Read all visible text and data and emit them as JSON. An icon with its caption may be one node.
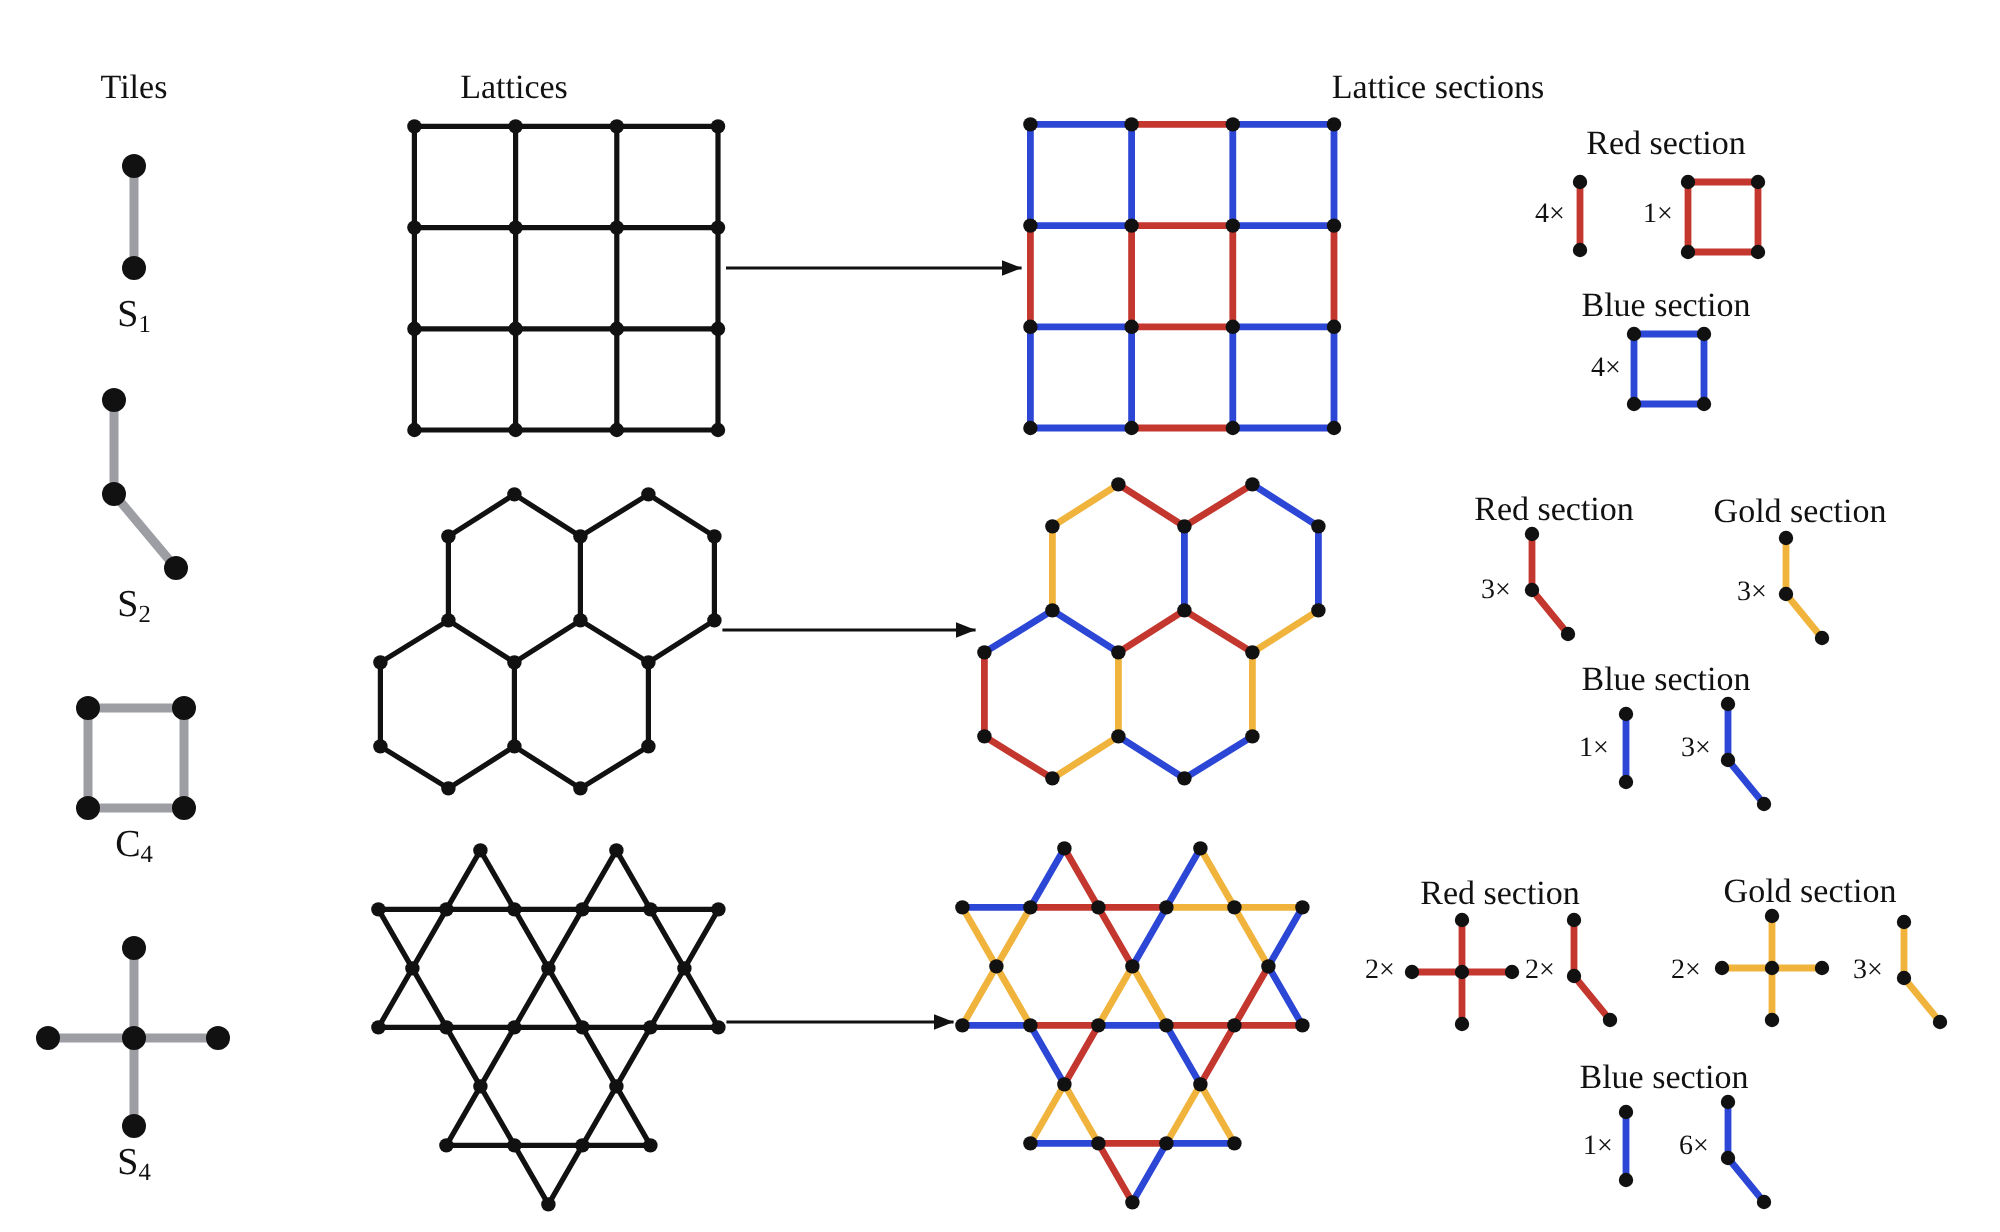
{
  "diagram": {
    "nodes": [
      {
        "text": [],
        "shape": "picture"
      },
      {
        "text": [],
        "shape": "picture"
      },
      {
        "text": [],
        "shape": "picture"
      },
      {
        "text": [],
        "shape": "picture"
      },
      {
        "text": [],
        "shape": "picture"
      },
      {
        "text": [],
        "shape": "picture"
      }
    ],
    "edges": [
      {
        "from": 0,
        "to": 1,
        "arrow": "to"
      },
      {
        "from": 2,
        "to": 3,
        "arrow": "to"
      },
      {
        "from": 4,
        "to": 5,
        "arrow": "to"
      }
    ],
    "labels": [
      "Tiles",
      "Lattices",
      "Lattice sections",
      "Red section",
      "4×",
      "1×",
      "S$_{1}$",
      "Blue section",
      "4×",
      "Red section",
      "Gold section",
      "3×",
      "3×",
      "S$_{2}$",
      "Blue section",
      "1×",
      "3×",
      "C$_{4}$",
      "Red section",
      "Gold section",
      "2×",
      "2×",
      "2×",
      "3×",
      "Blue section",
      "1×",
      "6×",
      "S$_{4}$"
    ]
  }
}
